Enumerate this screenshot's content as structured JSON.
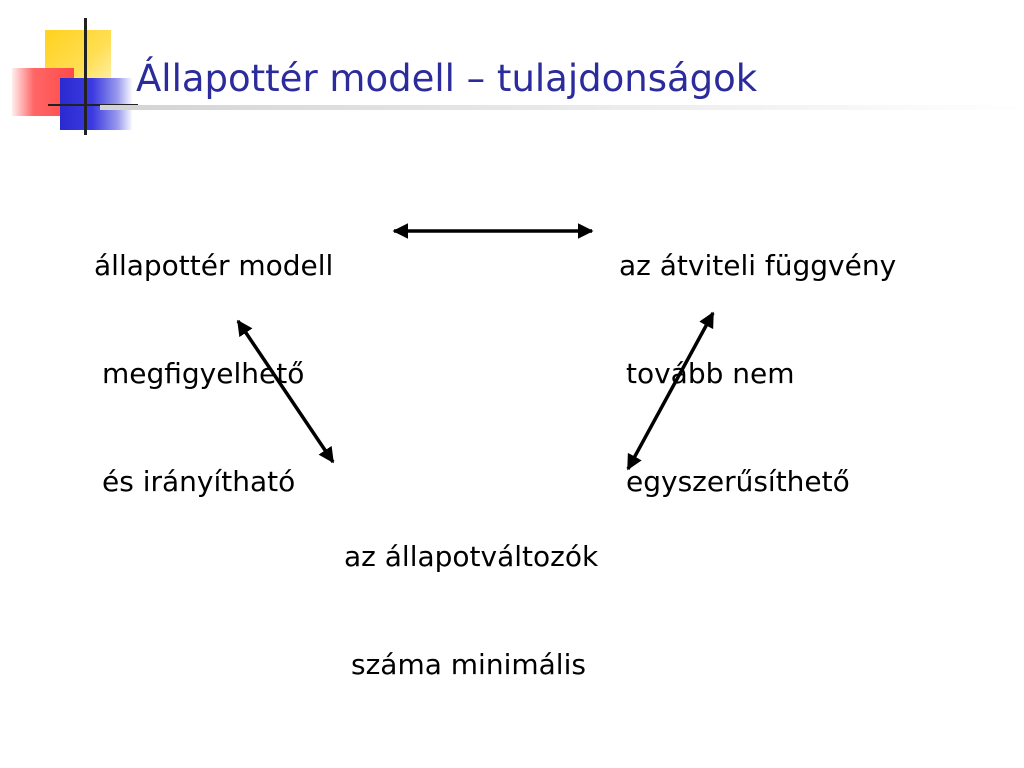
{
  "slide": {
    "title": "Állapottér modell – tulajdonságok",
    "nodes": {
      "left": [
        "állapottér modell",
        "megfigyelhető",
        "és irányítható"
      ],
      "right": [
        "az átviteli függvény",
        "tovább nem",
        "egyszerűsíthető"
      ],
      "bottom": [
        "az állapotváltozók",
        "száma minimális"
      ]
    },
    "colors": {
      "title": "#2b2b9c",
      "text": "#000000",
      "arrow": "#000000"
    }
  }
}
